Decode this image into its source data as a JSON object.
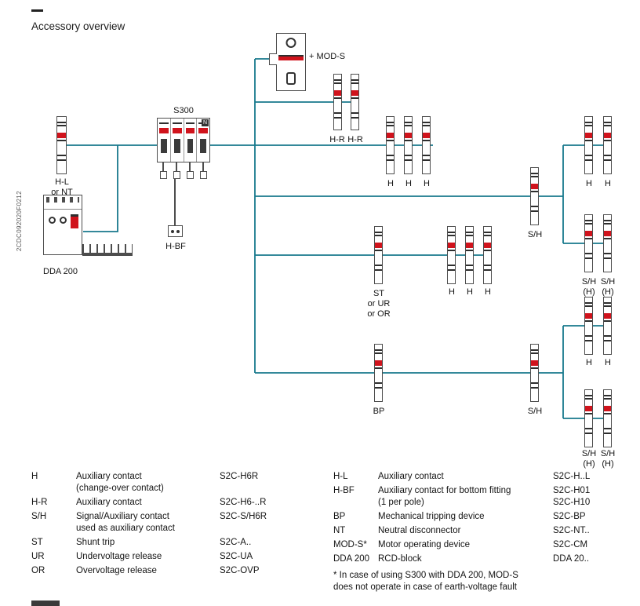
{
  "title": {
    "dash": "—",
    "text": "Accessory overview"
  },
  "side_code": "2CDC092020F0212",
  "diagram": {
    "labels": {
      "mod_s": "+ MOD-S",
      "hr1": "H-R",
      "hr2": "H-R",
      "s300": "S300",
      "hl": "H-L\nor NT",
      "dda": "DDA 200",
      "hbf": "H-BF",
      "n": "N",
      "h1": "H",
      "h2": "H",
      "h3": "H",
      "h4": "H",
      "h5": "H",
      "h6": "H",
      "h_tr1": "H",
      "h_tr2": "H",
      "h_mr1": "H",
      "h_mr2": "H",
      "sh_top": "S/H",
      "sh_bottom": "S/H",
      "shh_t1": "S/H\n(H)",
      "shh_t2": "S/H\n(H)",
      "shh_b1": "S/H\n(H)",
      "shh_b2": "S/H\n(H)",
      "st": "ST\nor UR\nor OR",
      "bp": "BP"
    }
  },
  "legend": {
    "left": [
      {
        "abbr": "H",
        "desc": "Auxiliary contact\n(change-over contact)",
        "part": "S2C-H6R"
      },
      {
        "abbr": "H-R",
        "desc": "Auxiliary contact",
        "part": "S2C-H6-..R"
      },
      {
        "abbr": "S/H",
        "desc": "Signal/Auxiliary contact\nused as auxiliary contact",
        "part": "S2C-S/H6R"
      },
      {
        "abbr": "ST",
        "desc": "Shunt trip",
        "part": "S2C-A.."
      },
      {
        "abbr": "UR",
        "desc": "Undervoltage release",
        "part": "S2C-UA"
      },
      {
        "abbr": "OR",
        "desc": "Overvoltage release",
        "part": "S2C-OVP"
      }
    ],
    "right": [
      {
        "abbr": "H-L",
        "desc": "Auxiliary contact",
        "part": "S2C-H..L"
      },
      {
        "abbr": "H-BF",
        "desc": "Auxiliary contact for bottom fitting\n(1 per pole)",
        "part": "S2C-H01\nS2C-H10"
      },
      {
        "abbr": "BP",
        "desc": "Mechanical tripping device",
        "part": "S2C-BP"
      },
      {
        "abbr": "NT",
        "desc": "Neutral disconnector",
        "part": "S2C-NT.."
      },
      {
        "abbr": "MOD-S*",
        "desc": "Motor operating device",
        "part": "S2C-CM"
      },
      {
        "abbr": "DDA 200",
        "desc": "RCD-block",
        "part": "DDA 20.."
      }
    ],
    "footnote": "* In case of using S300 with DDA 200, MOD-S\ndoes not operate in case of earth-voltage fault"
  }
}
